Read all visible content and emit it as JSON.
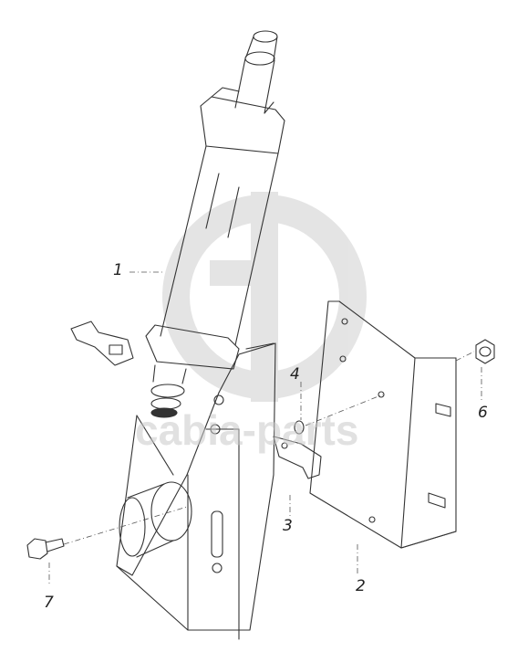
{
  "watermark": {
    "text": "cabia-parts",
    "logo": "gd-logo",
    "color": "#cfcfcf"
  },
  "labels": {
    "part_1": "1",
    "part_2": "2",
    "part_3": "3",
    "part_4": "4",
    "part_6": "6",
    "part_7": "7"
  },
  "colors": {
    "line": "#333333",
    "leader": "#555555"
  }
}
